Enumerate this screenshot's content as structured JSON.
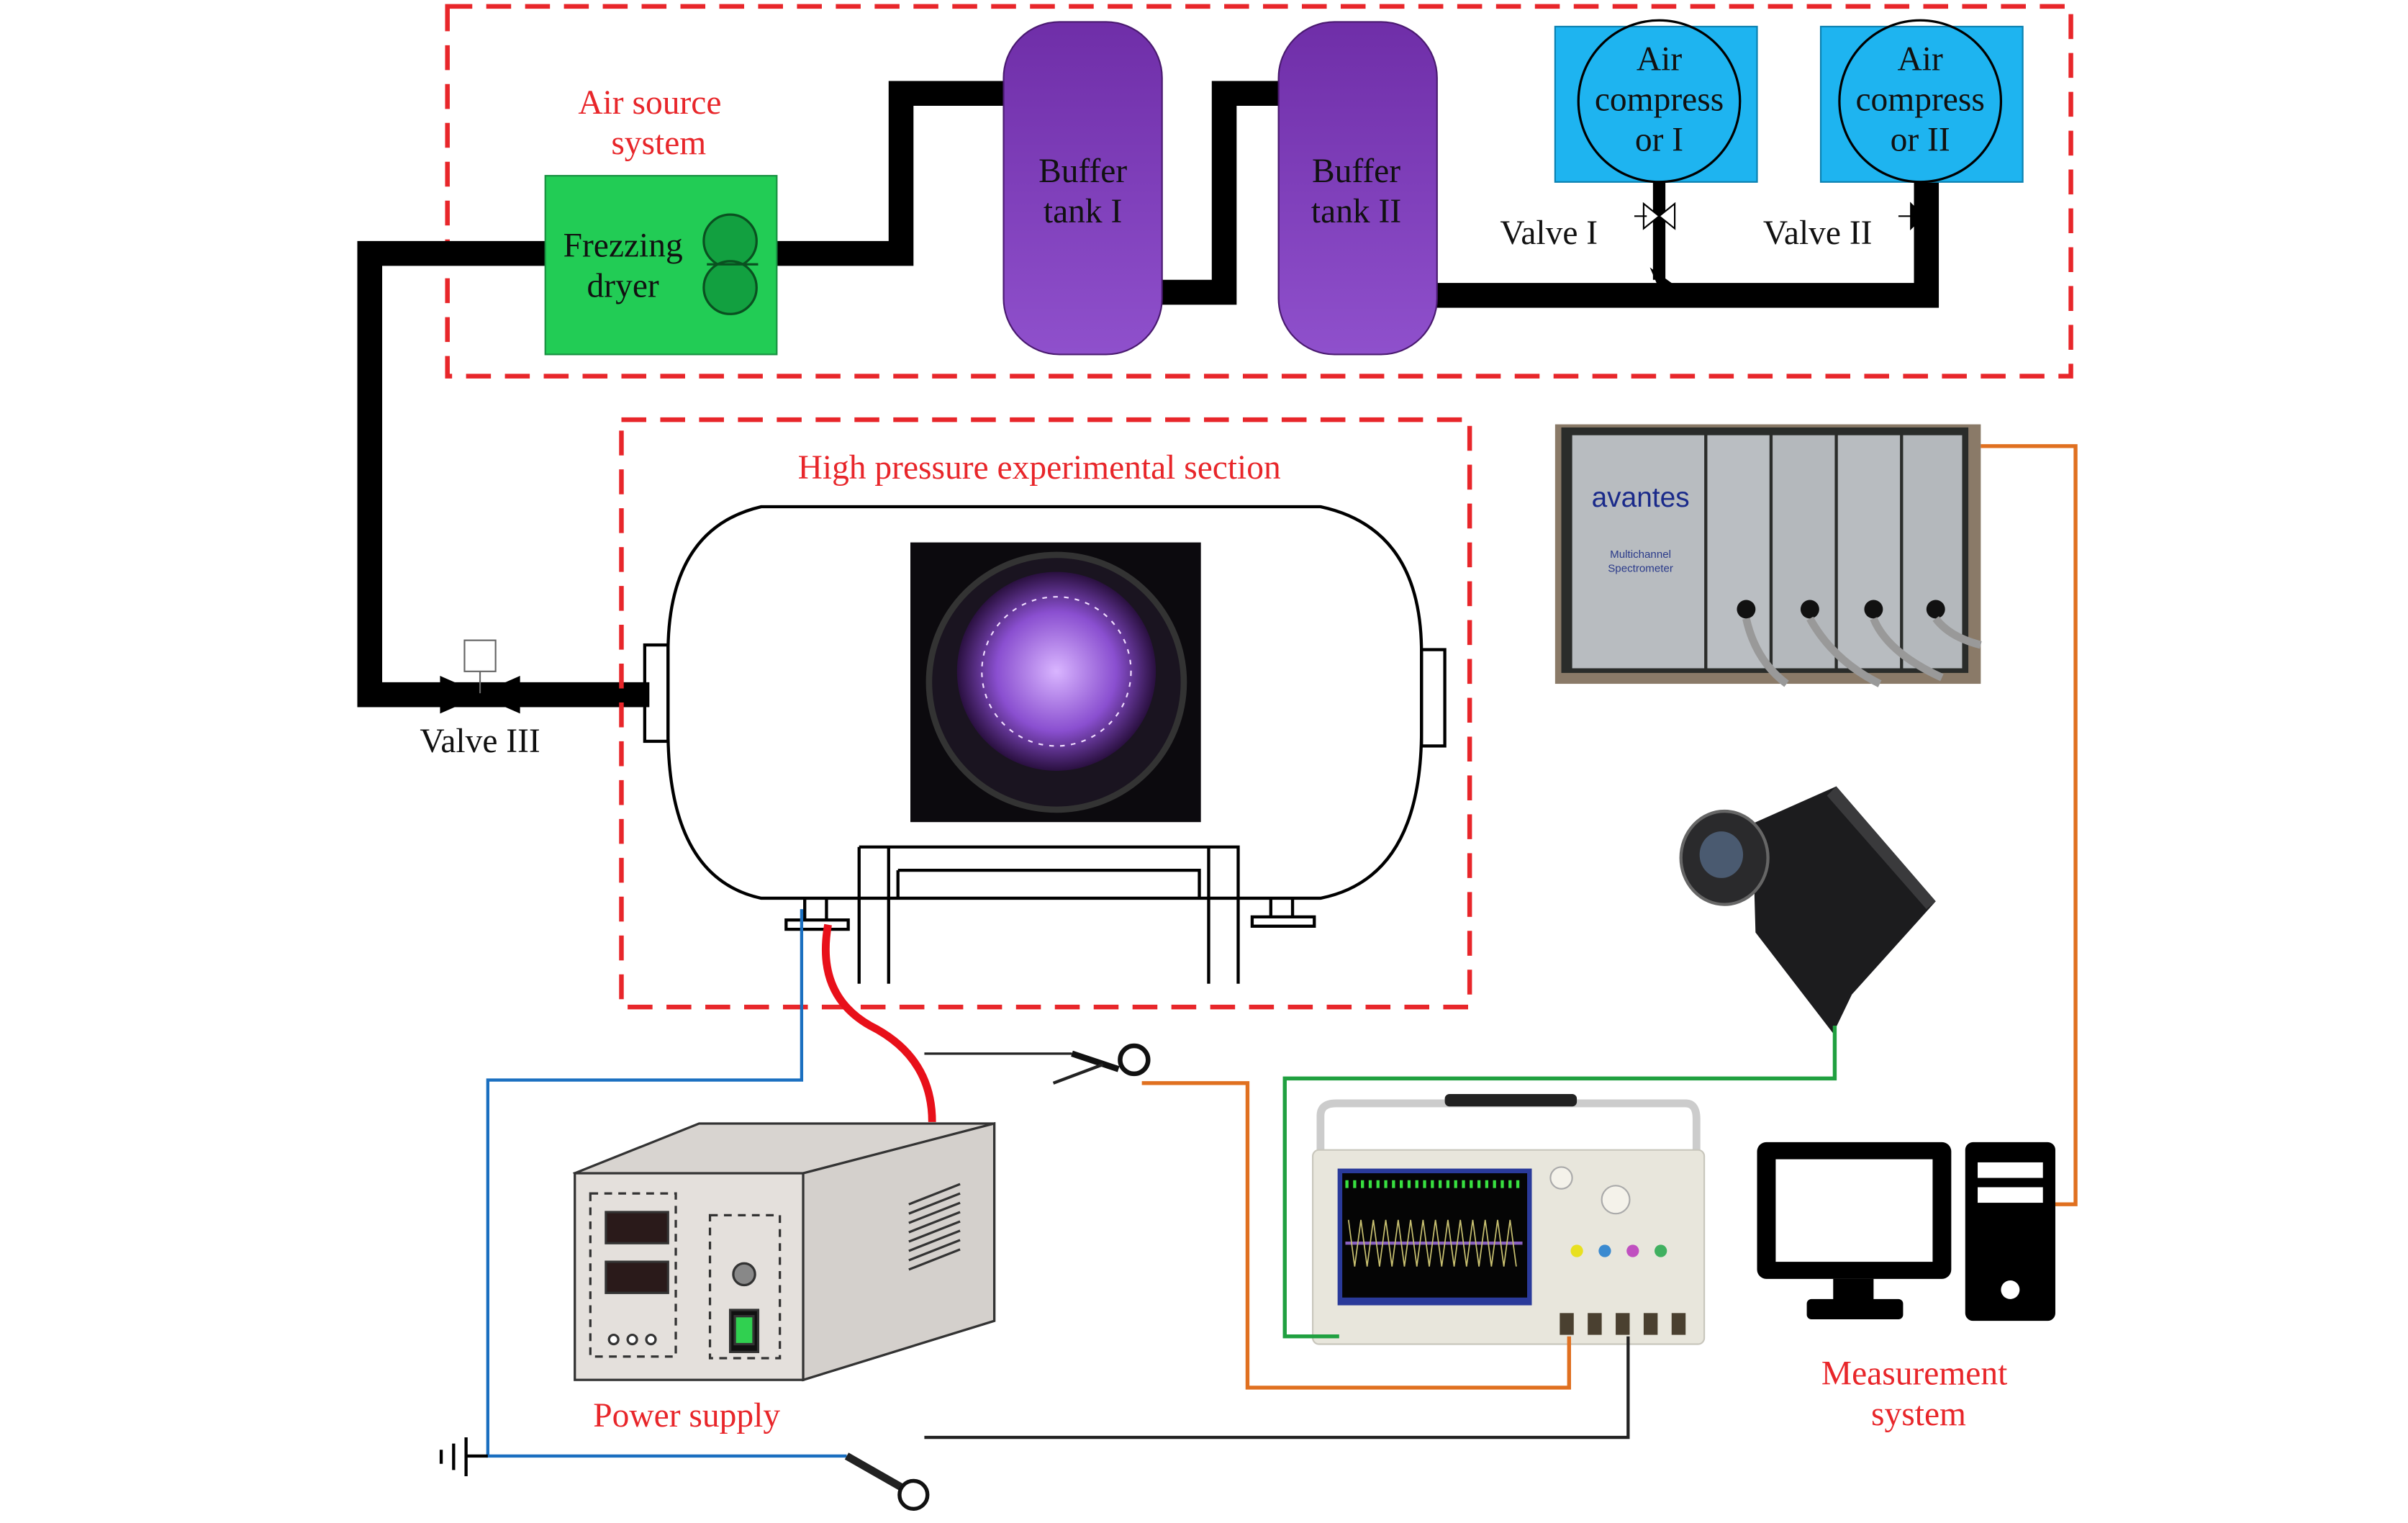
{
  "air_source": {
    "title_lines": [
      "Air source",
      "system"
    ],
    "dryer_lines": [
      "Frezzing",
      "dryer"
    ],
    "buffer_tank_1_lines": [
      "Buffer",
      "tank I"
    ],
    "buffer_tank_2_lines": [
      "Buffer",
      "tank II"
    ],
    "compressor_1_lines": [
      "Air",
      "compress",
      "or I"
    ],
    "compressor_2_lines": [
      "Air",
      "compress",
      "or II"
    ],
    "valve_1": "Valve I",
    "valve_2": "Valve II"
  },
  "experimental_section": {
    "title": "High pressure experimental section",
    "valve_3": "Valve III"
  },
  "measurement": {
    "title_lines": [
      "Measurement",
      "system"
    ],
    "spectrometer_brand": "avantes",
    "spectrometer_caption_lines": [
      "Multichannel",
      "Spectrometer"
    ]
  },
  "power_supply": {
    "title": "Power supply"
  },
  "colors": {
    "dashed_border": "#e8262a",
    "label_red": "#e8262a",
    "dryer_green": "#22cc55",
    "buffer_tank_purple": "#7a3bb5",
    "compressor_blue": "#1eb4f0",
    "high_voltage_cable": "#e8101a",
    "spectrometer_wire": "#e07020",
    "camera_wire": "#20a040",
    "ground_wire": "#1a6fc0"
  }
}
